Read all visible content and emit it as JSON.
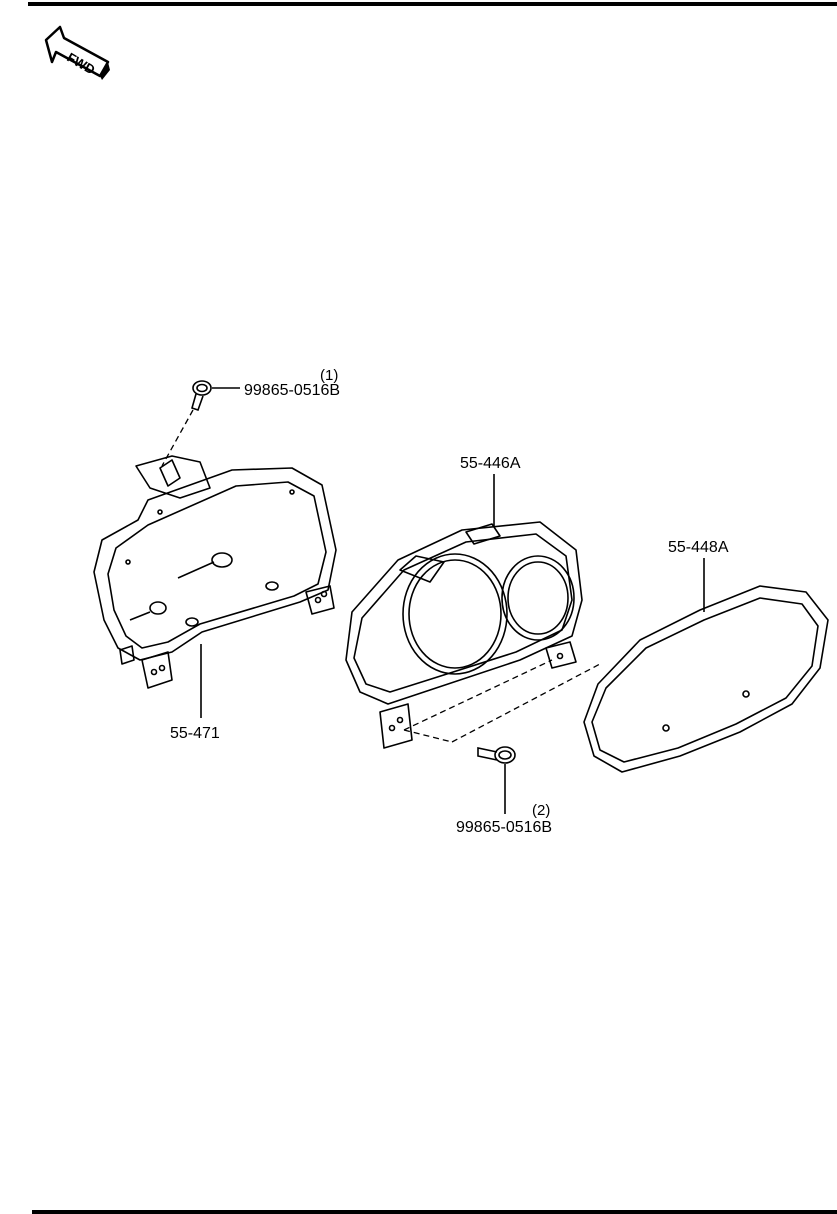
{
  "diagram": {
    "fwd_label": "FWD",
    "colors": {
      "ink": "#000000",
      "paper": "#ffffff"
    },
    "parts": {
      "meter_assembly": {
        "part_no": "55-471"
      },
      "bezel": {
        "part_no": "55-446A"
      },
      "cover_glass": {
        "part_no": "55-448A"
      },
      "screw_1": {
        "part_no": "99865-0516B",
        "qty": "(1)"
      },
      "screw_2": {
        "part_no": "99865-0516B",
        "qty": "(2)"
      }
    }
  }
}
